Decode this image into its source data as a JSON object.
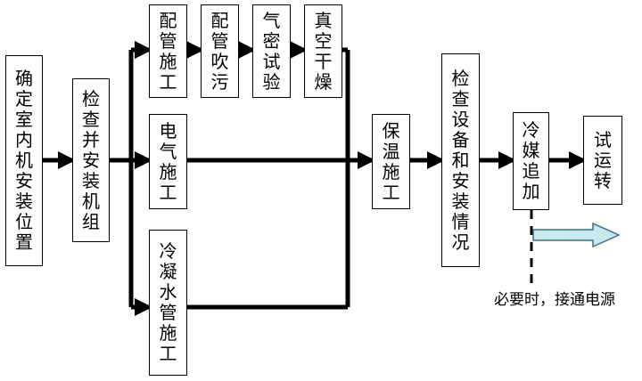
{
  "steps": {
    "confirm_location": "确定室内机安装位置",
    "inspect_install": "检查并安装机组",
    "pipe_work": "配管施工",
    "pipe_blow": "配管吹污",
    "air_tight_test": "气密试验",
    "vacuum_dry": "真空干燥",
    "electrical_work": "电气施工",
    "condensate_pipe": "冷凝水管施工",
    "insulation": "保温施工",
    "check_equipment": "检查设备和安装情况",
    "add_refrigerant": "冷媒追加",
    "test_run": "试运转"
  },
  "note": "必要时，接通电源",
  "colors": {
    "stroke": "#000000",
    "power_arrow_fill": "#c6e8ef",
    "power_arrow_stroke": "#3f6f80"
  }
}
